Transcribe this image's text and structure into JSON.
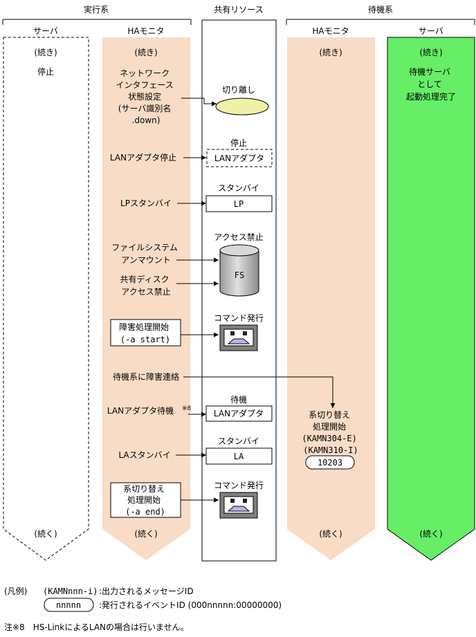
{
  "headers": {
    "active": "実行系",
    "shared": "共有リソース",
    "standby": "待機系"
  },
  "columns": {
    "active_server": "サーバ",
    "active_ha": "HAモニタ",
    "standby_ha": "HAモニタ",
    "standby_server": "サーバ"
  },
  "cont_top": "(続き)",
  "cont_bottom": "(続く)",
  "active_server_status": "停止",
  "standby_server_status": [
    "待機サーバ",
    "として",
    "起動処理完了"
  ],
  "steps": {
    "nic": [
      "ネットワーク",
      "インタフェース",
      "状態設定",
      "(サーバ識別名",
      ".down)"
    ],
    "lan_stop": "LANアダプタ停止",
    "lp_standby": "LPスタンバイ",
    "unmount": [
      "ファイルシステム",
      "アンマウント"
    ],
    "disk_deny": [
      "共有ディスク",
      "アクセス禁止"
    ],
    "fault_start": [
      "障害処理開始",
      "(-a start)"
    ],
    "notify": "待機系に障害連絡",
    "lan_wait": "LANアダプタ待機",
    "lan_wait_note": "※8",
    "la_standby": "LAスタンバイ",
    "switch_start": [
      "系切り替え",
      "処理開始",
      "(-a end)"
    ]
  },
  "resources": {
    "detach": "切り離し",
    "stop": "停止",
    "lan_adapter": "LANアダプタ",
    "standby1": "スタンバイ",
    "lp": "LP",
    "access_denied": "アクセス禁止",
    "fs": "FS",
    "cmd1": "コマンド発行",
    "wait": "待機",
    "lan_adapter2": "LANアダプタ",
    "standby2": "スタンバイ",
    "la": "LA",
    "cmd2": "コマンド発行"
  },
  "standby_process": [
    "系切り替え",
    "処理開始",
    "(KAMN304-E)",
    "(KAMN310-I)"
  ],
  "event_id": "10203",
  "legend": {
    "title": "(凡例)",
    "msg_sample": "(KAMNnnn-i)",
    "msg_desc": ":出力されるメッセージID",
    "event_sample": "nnnnn",
    "event_desc": ":発行されるイベントID (000nnnnn:00000000)"
  },
  "note": "注※8　HS-LinkによるLANの場合は行いません。",
  "colors": {
    "ha_fill": "#f8dcc6",
    "server_fill": "#66ee66",
    "ellipse_fill": "#f0f0a8",
    "fs_fill": "#c8c8c8",
    "icon_fill": "#808080",
    "icon_mouth": "#b4b4ee"
  }
}
